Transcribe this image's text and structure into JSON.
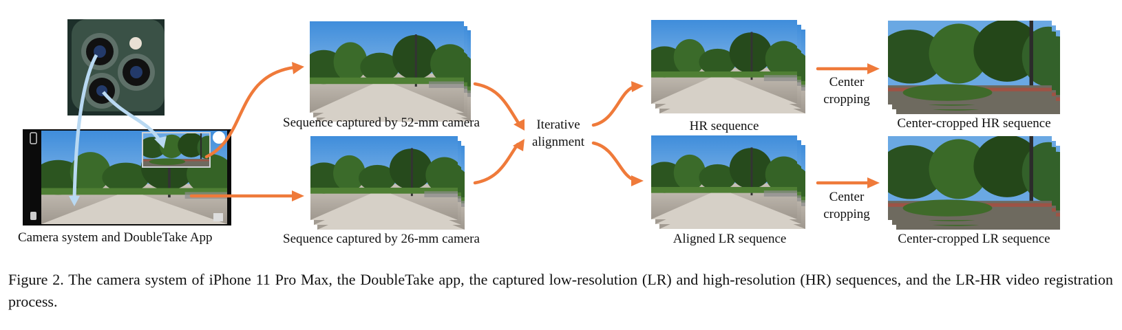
{
  "figure": {
    "labels": {
      "camera_app": "Camera system and DoubleTake App",
      "seq_52mm": "Sequence captured by 52-mm camera",
      "seq_26mm": "Sequence captured by 26-mm camera",
      "iterative_line1": "Iterative",
      "iterative_line2": "alignment",
      "hr_sequence": "HR sequence",
      "aligned_lr_sequence": "Aligned LR sequence",
      "center_cropping_top_line1": "Center",
      "center_cropping_top_line2": "cropping",
      "center_cropping_bottom_line1": "Center",
      "center_cropping_bottom_line2": "cropping",
      "cropped_hr": "Center-cropped HR sequence",
      "cropped_lr": "Center-cropped LR sequence"
    },
    "colors": {
      "arrow": "#ef7a3a",
      "camera_arrow": "#b9d9f2",
      "sky": "#5b9ee0",
      "tree": "#2f5a22",
      "ground": "#b8b0a6"
    }
  },
  "caption": {
    "text": "Figure 2. The camera system of iPhone 11 Pro Max, the DoubleTake app, the captured low-resolution (LR) and high-resolution (HR) sequences, and the LR-HR video registration process."
  }
}
